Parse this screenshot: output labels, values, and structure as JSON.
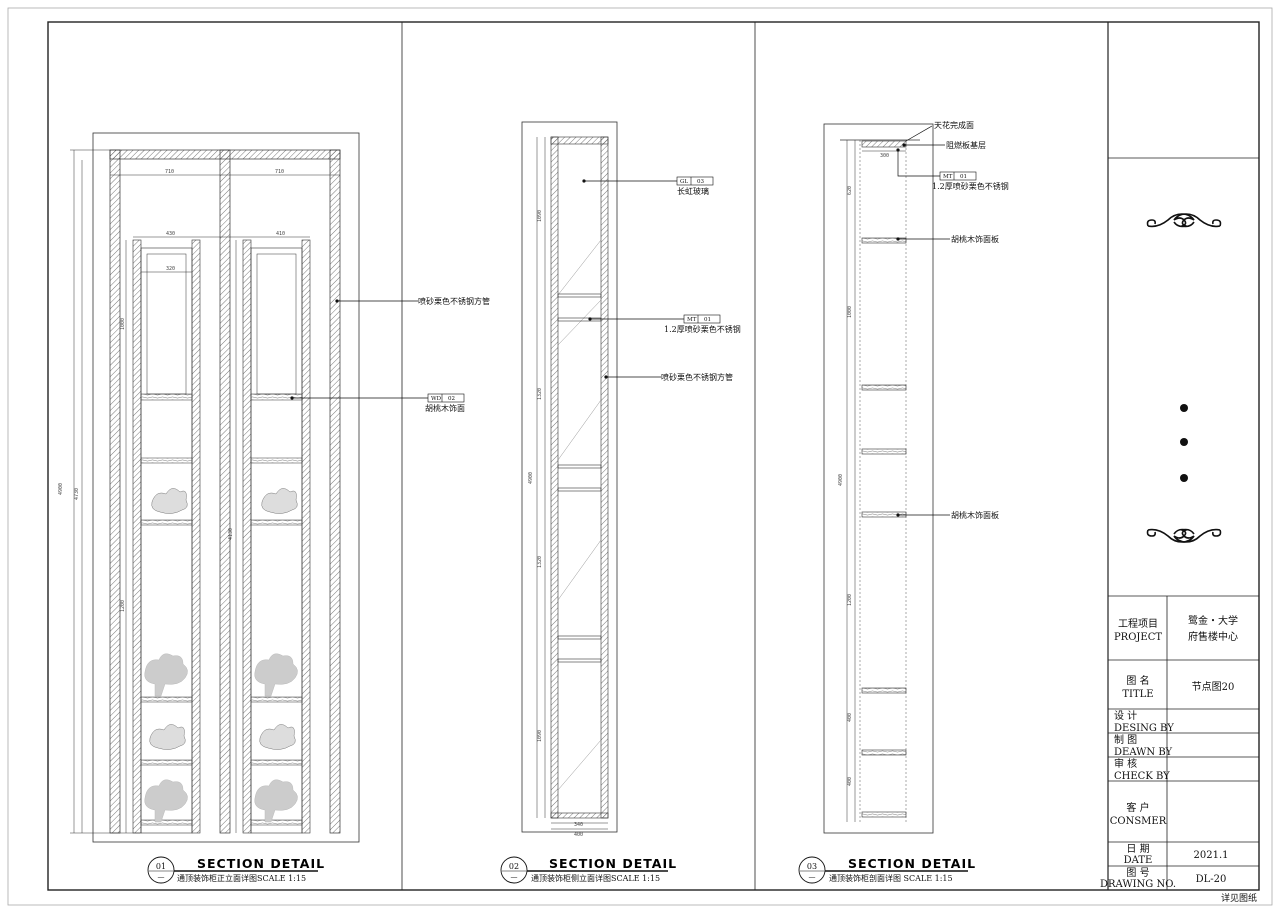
{
  "sheet": {
    "footer_note": "详见图纸"
  },
  "views": [
    {
      "number": "01",
      "sub": "—",
      "heading": "SECTION DETAIL",
      "caption": "通顶装饰柜正立面详图SCALE 1:15",
      "callouts": [
        {
          "text": "喷砂栗色不锈钢方管"
        },
        {
          "code": "WD",
          "num": "02",
          "text": "胡桃木饰面"
        }
      ]
    },
    {
      "number": "02",
      "sub": "—",
      "heading": "SECTION DETAIL",
      "caption": "通顶装饰柜侧立面详图SCALE 1:15",
      "callouts": [
        {
          "code": "GL",
          "num": "03",
          "text": "长虹玻璃"
        },
        {
          "code": "MT",
          "num": "01",
          "text": "1.2厚喷砂栗色不锈钢"
        },
        {
          "text": "喷砂栗色不锈钢方管"
        }
      ]
    },
    {
      "number": "03",
      "sub": "—",
      "heading": "SECTION DETAIL",
      "caption": "通顶装饰柜剖面详图 SCALE 1:15",
      "callouts": [
        {
          "text": "天花完成面"
        },
        {
          "text": "阻燃板基层"
        },
        {
          "code": "MT",
          "num": "01",
          "text": "1.2厚喷砂栗色不锈钢"
        },
        {
          "text": "胡桃木饰面板"
        },
        {
          "text": "胡桃木饰面板"
        }
      ]
    }
  ],
  "title_block": {
    "project_label_cn": "工程项目",
    "project_label_en": "PROJECT",
    "project_value_1": "鹭金・大学",
    "project_value_2": "府售楼中心",
    "title_label_cn": "图    名",
    "title_label_en": "TITLE",
    "title_value": "节点图20",
    "design_cn": "设    计",
    "design_en": "DESING BY",
    "drawn_cn": "制    图",
    "drawn_en": "DEAWN  BY",
    "check_cn": "审    核",
    "check_en": "CHECK  BY",
    "client_cn": "客   户",
    "client_en": "CONSMER",
    "date_cn": "日   期",
    "date_en": "DATE",
    "date_value": "2021.1",
    "drawing_no_cn": "图    号",
    "drawing_no_en": "DRAWING NO.",
    "drawing_no_value": "DL-20"
  }
}
